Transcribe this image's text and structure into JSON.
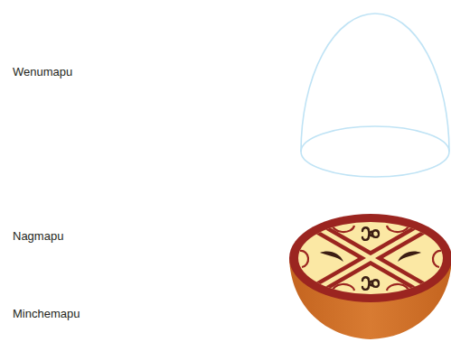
{
  "diagram": {
    "labels": [
      "Wenumapu",
      "Nagmapu",
      "Minchemapu"
    ]
  }
}
